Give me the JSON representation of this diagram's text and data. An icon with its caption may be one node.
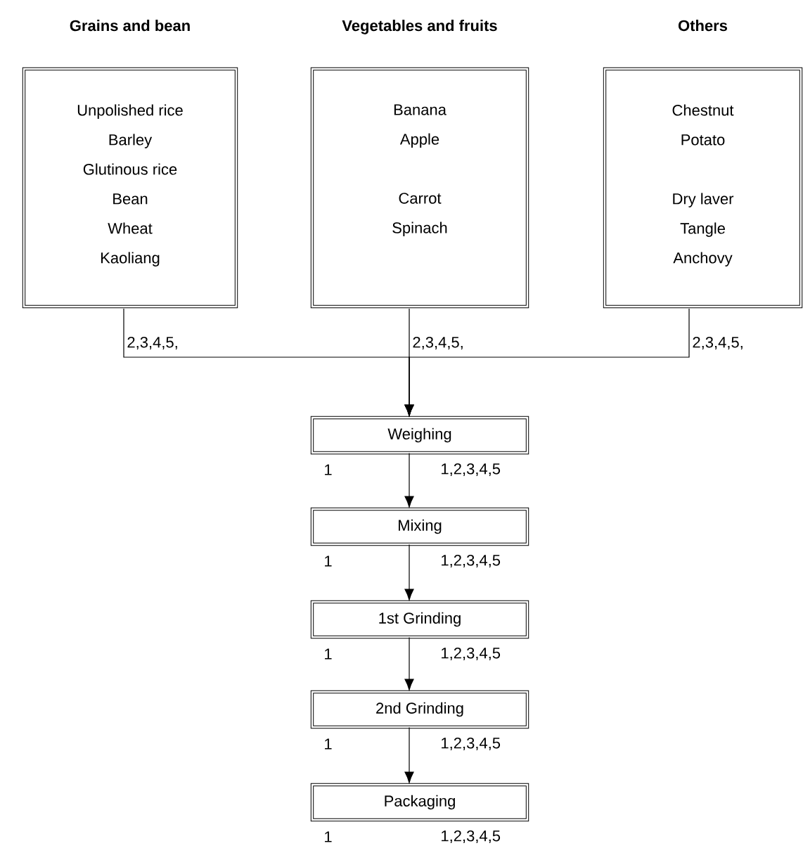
{
  "diagram": {
    "nodes": [
      {
        "text": [
          "Grains and bean",
          "Unpolished rice",
          "Barley",
          "Glutinous rice",
          "Bean",
          "Wheat",
          "Kaoliang"
        ],
        "beside": [
          "2,3,4,5,"
        ]
      },
      {
        "text": [
          "Vegetables and fruits",
          "Banana",
          "Apple",
          "Carrot",
          "Spinach"
        ],
        "beside": [
          "2,3,4,5,"
        ]
      },
      {
        "text": [
          "Others",
          "Chestnut",
          "Potato",
          "Dry laver",
          "Tangle",
          "Anchovy"
        ],
        "beside": [
          "2,3,4,5,"
        ]
      },
      {
        "text": [
          "Weighing"
        ],
        "beside": [
          "1",
          "1,2,3,4,5"
        ]
      },
      {
        "text": [
          "Mixing"
        ],
        "beside": [
          "1",
          "1,2,3,4,5"
        ]
      },
      {
        "text": [
          "1st Grinding"
        ],
        "beside": [
          "1",
          "1,2,3,4,5"
        ]
      },
      {
        "text": [
          "2nd Grinding"
        ],
        "beside": [
          "1",
          "1,2,3,4,5"
        ]
      },
      {
        "text": [
          "Packaging"
        ],
        "beside": [
          "1",
          "1,2,3,4,5"
        ]
      }
    ],
    "edges": [
      {
        "from": 0,
        "to": 3,
        "arrow": "to"
      },
      {
        "from": 1,
        "to": 3,
        "arrow": "to"
      },
      {
        "from": 2,
        "to": 3,
        "arrow": "to"
      },
      {
        "from": 3,
        "to": 4,
        "arrow": "to"
      },
      {
        "from": 4,
        "to": 5,
        "arrow": "to"
      },
      {
        "from": 5,
        "to": 6,
        "arrow": "to"
      },
      {
        "from": 6,
        "to": 7,
        "arrow": "to"
      }
    ]
  }
}
